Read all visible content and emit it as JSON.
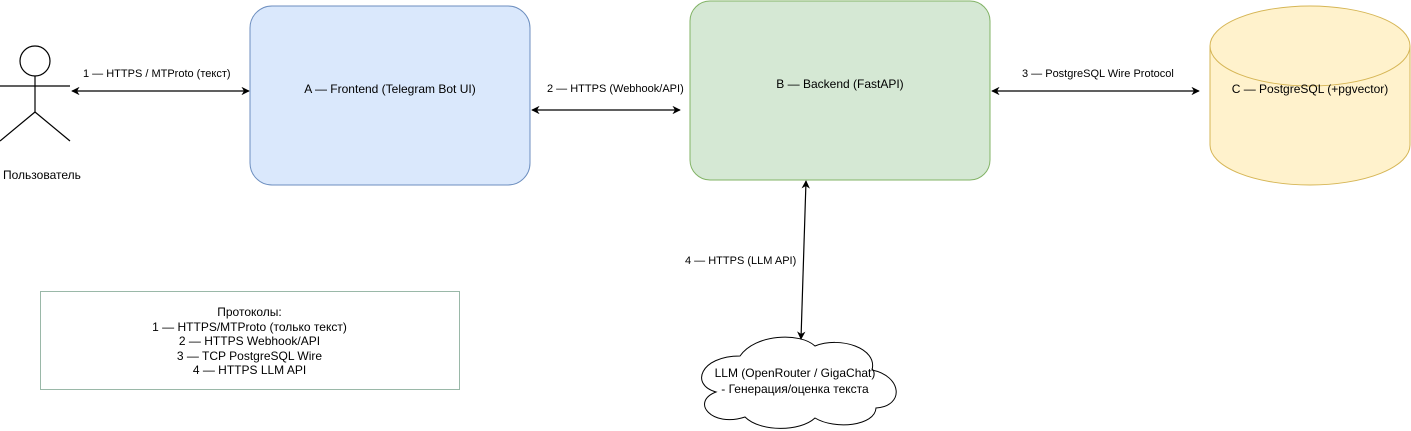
{
  "diagram": {
    "actor": {
      "label": "Пользователь"
    },
    "frontend": {
      "label": "A — Frontend (Telegram Bot UI)",
      "fill": "#dae8fc",
      "stroke": "#6c8ebf"
    },
    "backend": {
      "label": "B — Backend (FastAPI)",
      "fill": "#d5e8d4",
      "stroke": "#82b366"
    },
    "database": {
      "label": "C — PostgreSQL (+pgvector)",
      "fill": "#fff2cc",
      "stroke": "#d6b656"
    },
    "llm": {
      "lines": [
        "LLM (OpenRouter / GigaChat)",
        "- Генерация/оценка текста"
      ]
    },
    "edges": {
      "user_frontend": "1 — HTTPS / MTProto (текст)",
      "frontend_backend": "2 — HTTPS (Webhook/API)",
      "backend_db": "3 — PostgreSQL Wire Protocol",
      "backend_llm": "4 — HTTPS (LLM API)"
    },
    "legend": {
      "lines": [
        "Протоколы:",
        "1 — HTTPS/MTProto (только текст)",
        "2 — HTTPS Webhook/API",
        "3 — TCP PostgreSQL Wire",
        "4 — HTTPS LLM API"
      ]
    }
  }
}
